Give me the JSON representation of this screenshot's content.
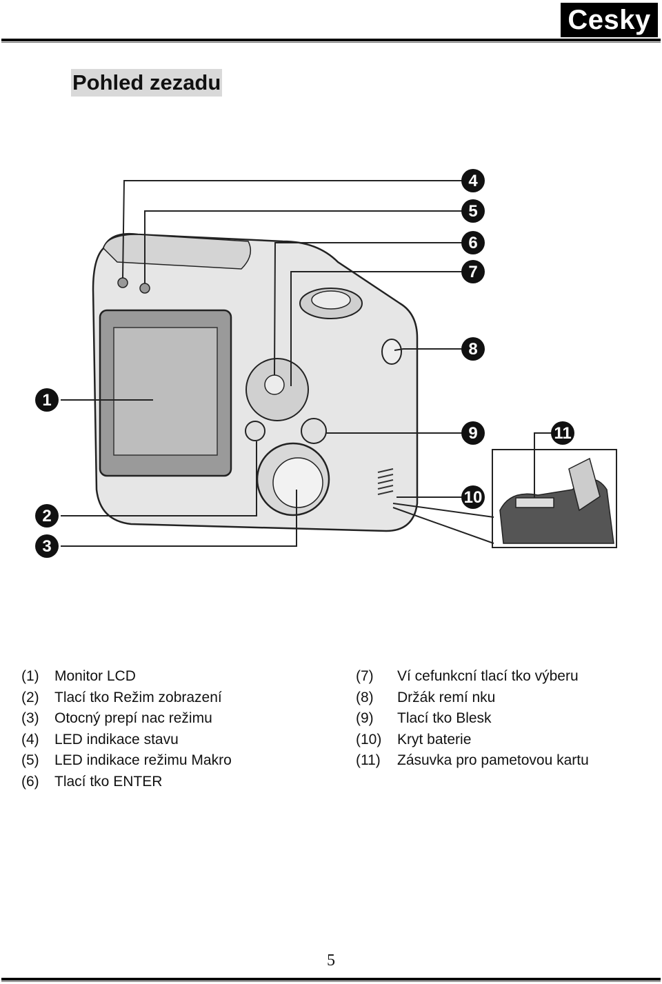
{
  "header": {
    "language": "Cesky"
  },
  "section_title": "Pohled zezadu",
  "callouts": [
    "1",
    "2",
    "3",
    "4",
    "5",
    "6",
    "7",
    "8",
    "9",
    "10",
    "11"
  ],
  "legend_left": [
    {
      "num": "(1)",
      "text": "Monitor LCD"
    },
    {
      "num": "(2)",
      "text": "Tlací tko Režim zobrazení"
    },
    {
      "num": "(3)",
      "text": "Otocný prepí nac režimu"
    },
    {
      "num": "(4)",
      "text": "LED indikace stavu"
    },
    {
      "num": "(5)",
      "text": "LED indikace režimu Makro"
    },
    {
      "num": "(6)",
      "text": "Tlací tko ENTER"
    }
  ],
  "legend_right": [
    {
      "num": "(7)",
      "text": "Ví cefunkcní  tlací tko výberu"
    },
    {
      "num": "(8)",
      "text": "Držák remí nku"
    },
    {
      "num": "(9)",
      "text": "Tlací tko Blesk"
    },
    {
      "num": "(10)",
      "text": "Kryt baterie"
    },
    {
      "num": "(11)",
      "text": "Zásuvka pro pametovou kartu"
    }
  ],
  "page_number": "5"
}
